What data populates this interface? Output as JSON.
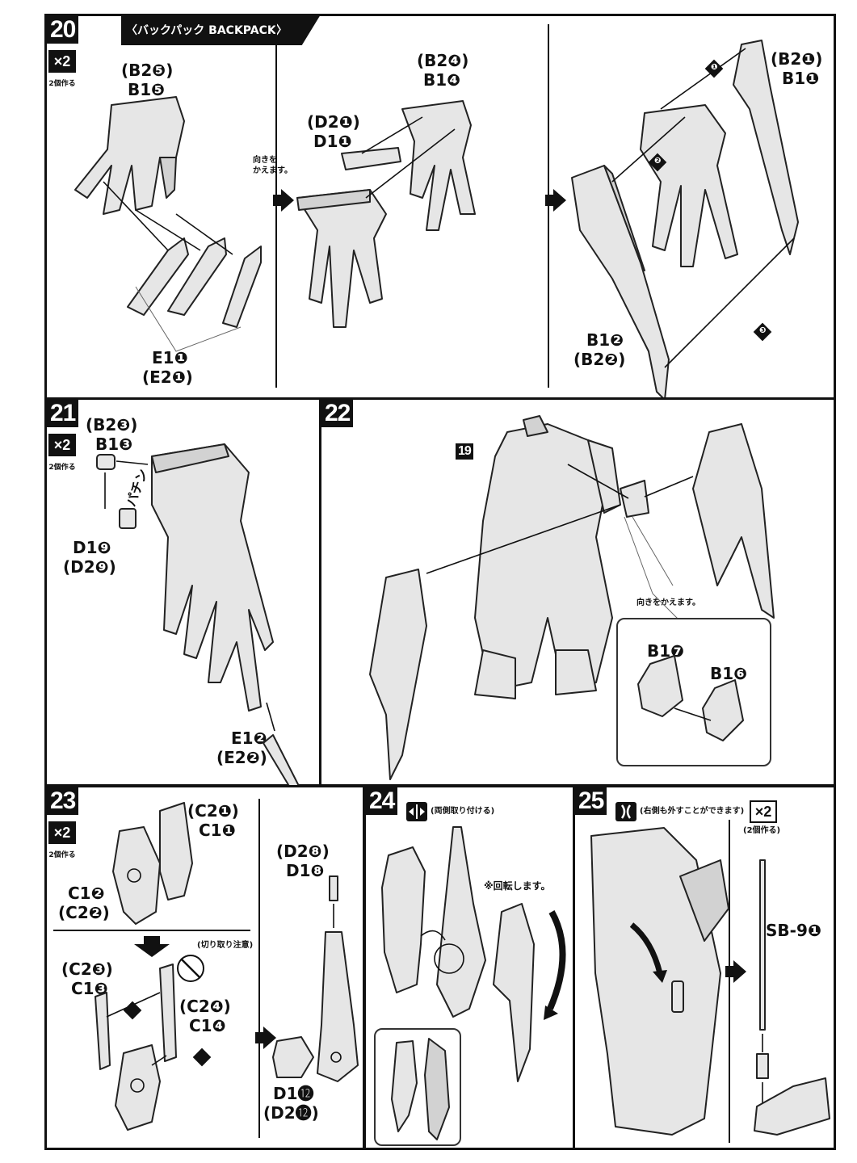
{
  "step20": {
    "number": "20",
    "title": "〈バックパック BACKPACK〉",
    "badge": "×2",
    "badge_note": "2個作る",
    "labels": {
      "b25": "(B2❺)",
      "b15": "B1❺",
      "b24": "(B2❹)",
      "b14": "B1❹",
      "d21": "(D2❶)",
      "d11": "D1❶",
      "b21": "(B2❶)",
      "b11": "B1❶",
      "b12": "B1❷",
      "b22": "(B2❷)",
      "e11": "E1❶",
      "e21": "(E2❶)"
    },
    "note_turn": "向きを\nかえます。",
    "seq": [
      "❶",
      "❷",
      "❸"
    ]
  },
  "step21": {
    "number": "21",
    "badge": "×2",
    "badge_note": "2個作る",
    "labels": {
      "b23": "(B2❸)",
      "b13": "B1❸",
      "d19": "D1❾",
      "d29": "(D2❾)",
      "e12": "E1❷",
      "e22": "(E2❷)"
    },
    "sound": "パチン"
  },
  "step22": {
    "number": "22",
    "ref": "19",
    "note_turn": "向きをかえます。",
    "labels": {
      "b17": "B1❼",
      "b16": "B1❻"
    }
  },
  "step23": {
    "number": "23",
    "badge": "×2",
    "badge_note": "2個作る",
    "labels": {
      "c21": "(C2❶)",
      "c11": "C1❶",
      "c12": "C1❷",
      "c22": "(C2❷)",
      "c23": "(C2❸)",
      "c13": "C1❸",
      "c24": "(C2❹)",
      "c14": "C1❹",
      "d28": "(D2❽)",
      "d18": "D1❽",
      "d112": "D1⓬",
      "d212": "(D2⓬)"
    },
    "caution": "(切り取り注意)",
    "seq": [
      "❶",
      "❷"
    ]
  },
  "step24": {
    "number": "24",
    "note": "(両側取り付ける)",
    "rotate": "※回転します。"
  },
  "step25": {
    "number": "25",
    "note": "(右側も外すことができます)",
    "badge": "×2",
    "badge_note": "(2個作る)",
    "labels": {
      "sb9": "SB-9❶"
    }
  }
}
